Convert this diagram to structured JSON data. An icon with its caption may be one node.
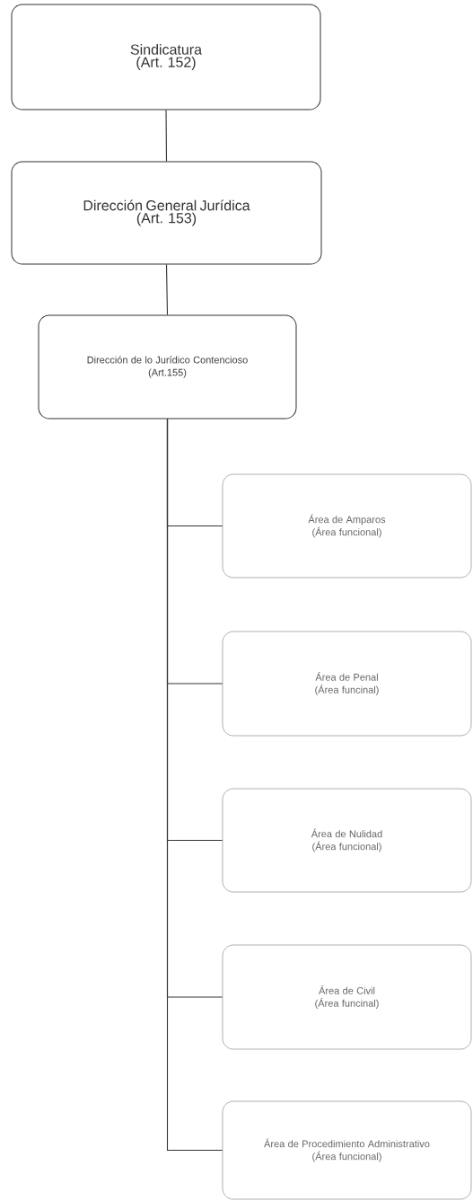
{
  "diagram": {
    "nodes": [
      {
        "text": [
          "Sindicatura",
          "(Art. 152)"
        ]
      },
      {
        "text": [
          "Dirección General Jurídica",
          "(Art. 153)"
        ]
      },
      {
        "text": [
          "Dirección de lo Jurídico Contencioso",
          "(Art.155)"
        ]
      },
      {
        "text": [
          "Área de Amparos",
          "(Área funcional)"
        ]
      },
      {
        "text": [
          "Área de Penal",
          "(Área funcinal)"
        ]
      },
      {
        "text": [
          "Área de Nulidad",
          "(Área funcional)"
        ]
      },
      {
        "text": [
          "Área de Civil",
          "(Área funcinal)"
        ]
      },
      {
        "text": [
          "Área de Procedimiento Administrativo",
          "(Área funcional)"
        ]
      }
    ],
    "edges": [
      {
        "from": 0,
        "to": 1,
        "arrow": "none"
      },
      {
        "from": 1,
        "to": 2,
        "arrow": "none"
      },
      {
        "from": 2,
        "to": 3,
        "arrow": "none"
      },
      {
        "from": 2,
        "to": 4,
        "arrow": "none"
      },
      {
        "from": 2,
        "to": 5,
        "arrow": "none"
      },
      {
        "from": 2,
        "to": 6,
        "arrow": "none"
      },
      {
        "from": 2,
        "to": 7,
        "arrow": "none"
      }
    ]
  }
}
